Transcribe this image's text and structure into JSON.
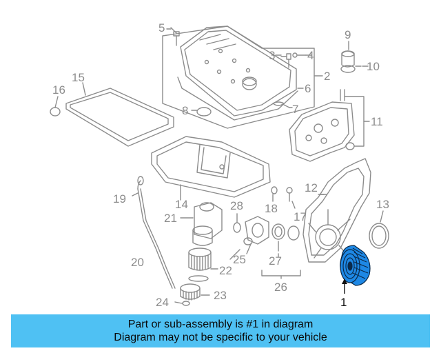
{
  "diagram": {
    "callouts": {
      "c1": "1",
      "c2": "2",
      "c3": "3",
      "c4": "4",
      "c5": "5",
      "c6": "6",
      "c7": "7",
      "c8": "8",
      "c9": "9",
      "c10": "10",
      "c11": "11",
      "c12": "12",
      "c13": "13",
      "c14": "14",
      "c15": "15",
      "c16": "16",
      "c17": "17",
      "c18": "18",
      "c19": "19",
      "c20": "20",
      "c21": "21",
      "c22": "22",
      "c23": "23",
      "c24": "24",
      "c25": "25",
      "c26": "26",
      "c27": "27",
      "c28": "28"
    },
    "highlighted_part": "1",
    "colors": {
      "line": "#8c8c8c",
      "highlight": "#1e88e5",
      "banner": "#4fc1f3"
    }
  },
  "banner": {
    "line1": "Part or sub-assembly is #1 in diagram",
    "line2": "Diagram may not be specific to your vehicle"
  }
}
